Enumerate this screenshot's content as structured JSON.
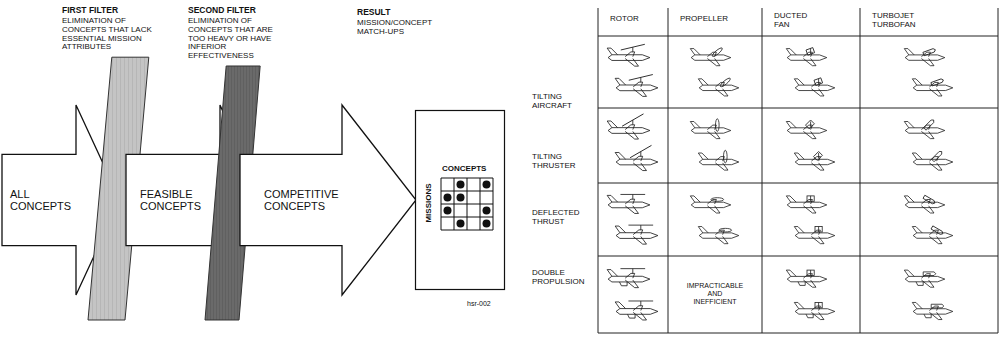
{
  "diagram": {
    "nodes": [
      {
        "text": [
          "ALL CONCEPTS"
        ]
      },
      {
        "text": [
          "FIRST FILTER",
          "ELIMINATION OF CONCEPTS THAT LACK ESSENTIAL MISSION ATTRIBUTES"
        ]
      },
      {
        "text": [
          "FEASIBLE CONCEPTS"
        ]
      },
      {
        "text": [
          "SECOND FILTER",
          "ELIMINATION OF CONCEPTS THAT ARE TOO HEAVY OR HAVE INFERIOR EFFECTIVENESS"
        ]
      },
      {
        "text": [
          "COMPETITIVE CONCEPTS"
        ]
      },
      {
        "text": [
          "RESULT",
          "MISSION/CONCEPT MATCH-UPS"
        ]
      },
      {
        "text": [
          "CONCEPTS",
          "MISSIONS"
        ],
        "in": 5
      }
    ],
    "labels": [
      "ROTOR",
      "PROPELLER",
      "DUCTED FAN",
      "TURBOJET TURBOFAN",
      "TILTING AIRCRAFT",
      "TILTING THRUSTER",
      "DEFLECTED THRUST",
      "DOUBLE PROPULSION",
      "IMPRACTICABLE AND INEFFICIENT",
      "hsr-002"
    ]
  }
}
